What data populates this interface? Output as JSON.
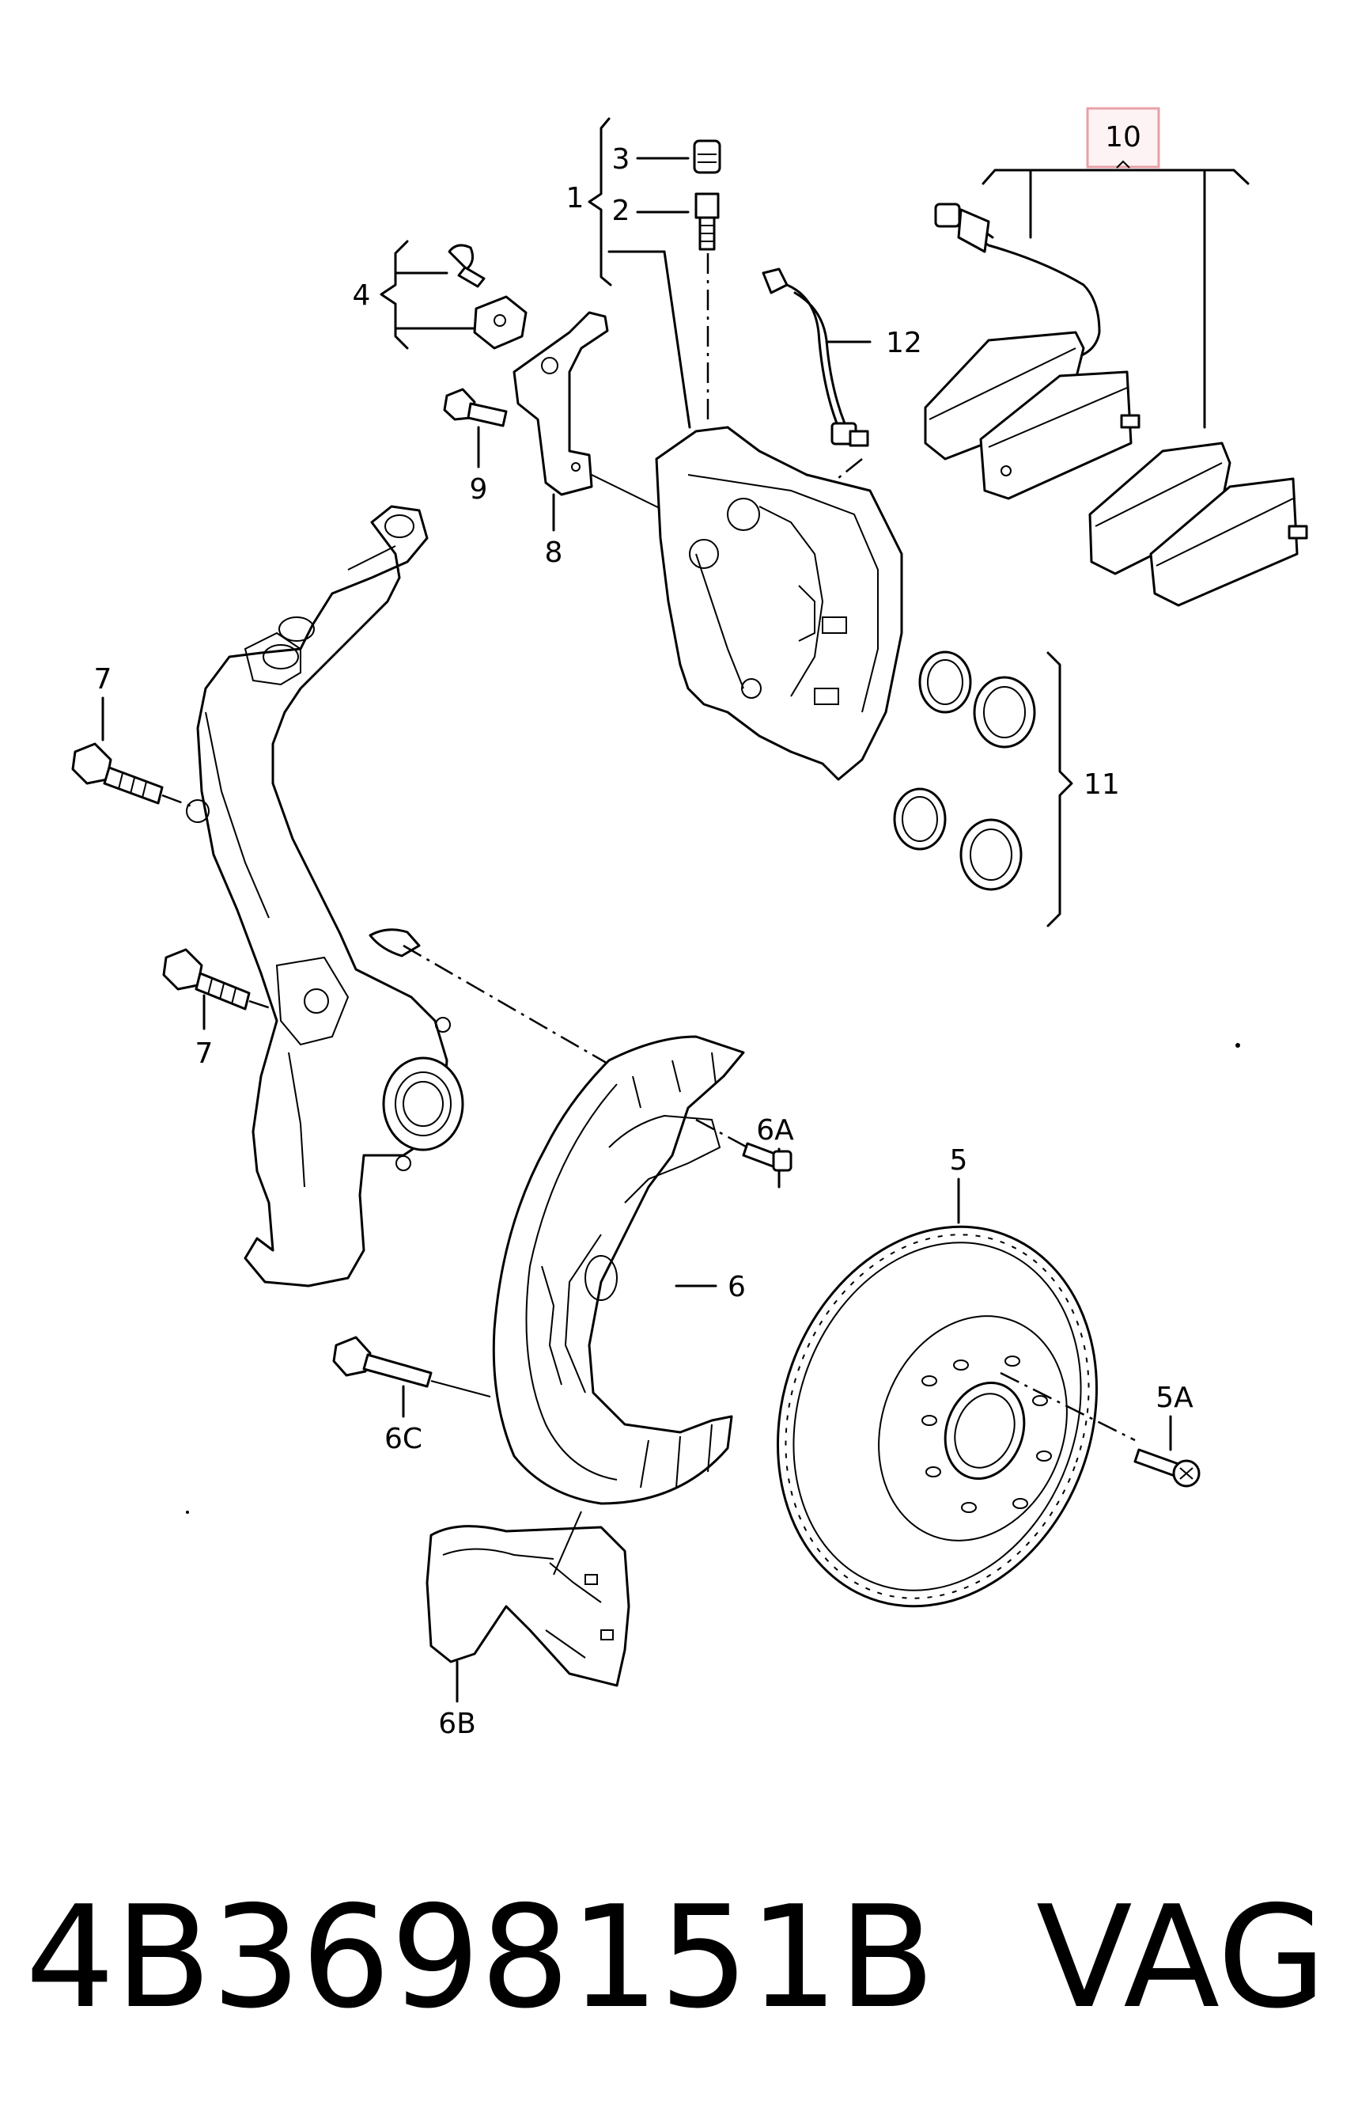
{
  "labels": {
    "l1": "1",
    "l2": "2",
    "l3": "3",
    "l4": "4",
    "l5": "5",
    "l5a": "5A",
    "l6": "6",
    "l6a": "6A",
    "l6b": "6B",
    "l6c": "6C",
    "l7_top": "7",
    "l7_bottom": "7",
    "l8": "8",
    "l9": "9",
    "l10": "10",
    "l11": "11",
    "l12": "12"
  },
  "highlight_color": "#e8a0a8",
  "footer": {
    "part_number": "4B3698151B",
    "brand": "VAG"
  }
}
